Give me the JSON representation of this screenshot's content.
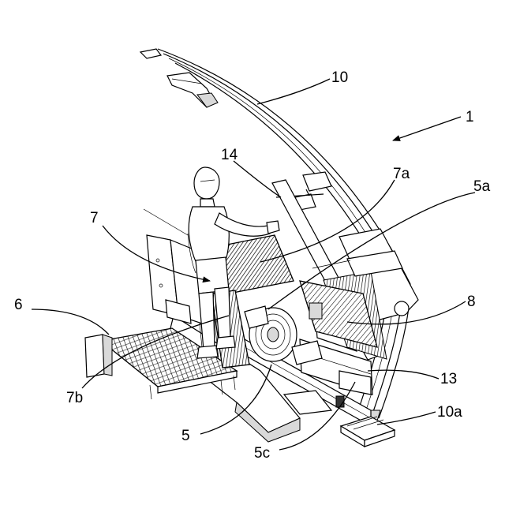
{
  "figure": {
    "labels": {
      "l1": "1",
      "l10": "10",
      "l14": "14",
      "l7a": "7a",
      "l5a": "5a",
      "l7": "7",
      "l6": "6",
      "l8": "8",
      "l13": "13",
      "l7b": "7b",
      "l10a": "10a",
      "l5": "5",
      "l5c": "5c"
    }
  }
}
